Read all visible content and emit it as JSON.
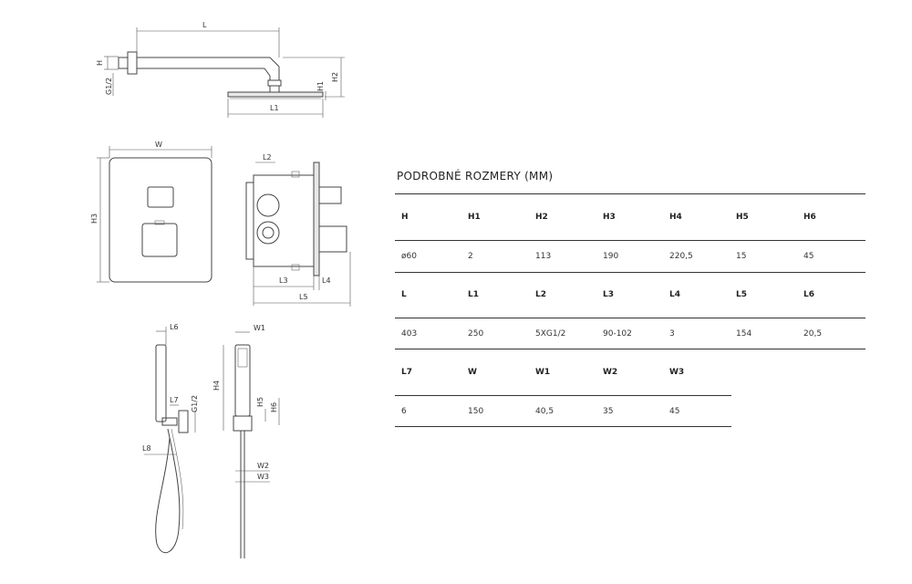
{
  "dimension_labels": {
    "L": "L",
    "H": "H",
    "G12": "G1/2",
    "H1": "H1",
    "H2": "H2",
    "L1": "L1",
    "W": "W",
    "H3": "H3",
    "L2": "L2",
    "L3": "L3",
    "L4": "L4",
    "L5": "L5",
    "L6": "L6",
    "L7": "L7",
    "L8": "L8",
    "W1": "W1",
    "W2": "W2",
    "W3": "W3",
    "H4": "H4",
    "H5": "H5",
    "H6": "H6"
  },
  "table": {
    "title": "PODROBNÉ ROZMERY (MM)",
    "groups": [
      {
        "headers": [
          "H",
          "H1",
          "H2",
          "H3",
          "H4",
          "H5",
          "H6"
        ],
        "values": [
          "ø60",
          "2",
          "113",
          "190",
          "220,5",
          "15",
          "45"
        ]
      },
      {
        "headers": [
          "L",
          "L1",
          "L2",
          "L3",
          "L4",
          "L5",
          "L6"
        ],
        "values": [
          "403",
          "250",
          "5XG1/2",
          "90-102",
          "3",
          "154",
          "20,5"
        ]
      },
      {
        "headers": [
          "L7",
          "W",
          "W1",
          "W2",
          "W3"
        ],
        "values": [
          "6",
          "150",
          "40,5",
          "35",
          "45"
        ]
      }
    ]
  }
}
